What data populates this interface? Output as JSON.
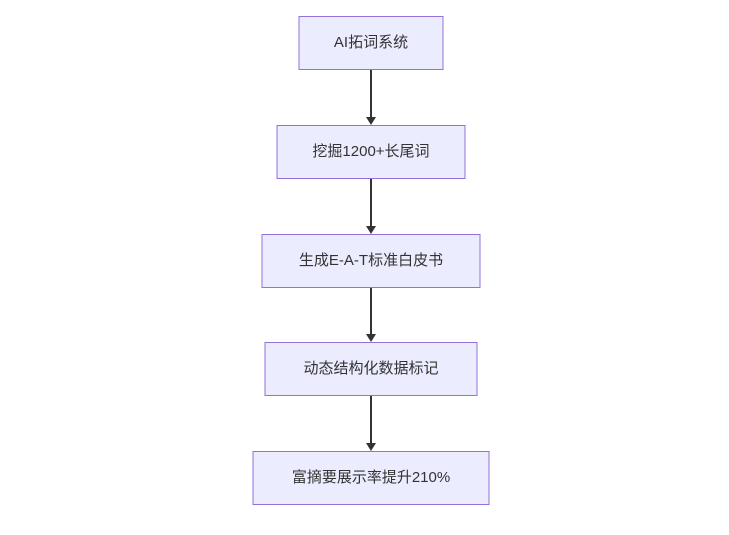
{
  "diagram": {
    "type": "flowchart",
    "direction": "top-down",
    "nodes": [
      {
        "id": "A",
        "label": "AI拓词系统"
      },
      {
        "id": "B",
        "label": "挖掘1200+长尾词"
      },
      {
        "id": "C",
        "label": "生成E-A-T标准白皮书"
      },
      {
        "id": "D",
        "label": "动态结构化数据标记"
      },
      {
        "id": "E",
        "label": "富摘要展示率提升210%"
      }
    ],
    "edges": [
      {
        "from": "A",
        "to": "B"
      },
      {
        "from": "B",
        "to": "C"
      },
      {
        "from": "C",
        "to": "D"
      },
      {
        "from": "D",
        "to": "E"
      }
    ],
    "colors": {
      "node_fill": "#ECECFF",
      "node_border": "#9370DB",
      "node_text": "#333333",
      "arrow": "#333333",
      "background": "#ffffff"
    }
  }
}
